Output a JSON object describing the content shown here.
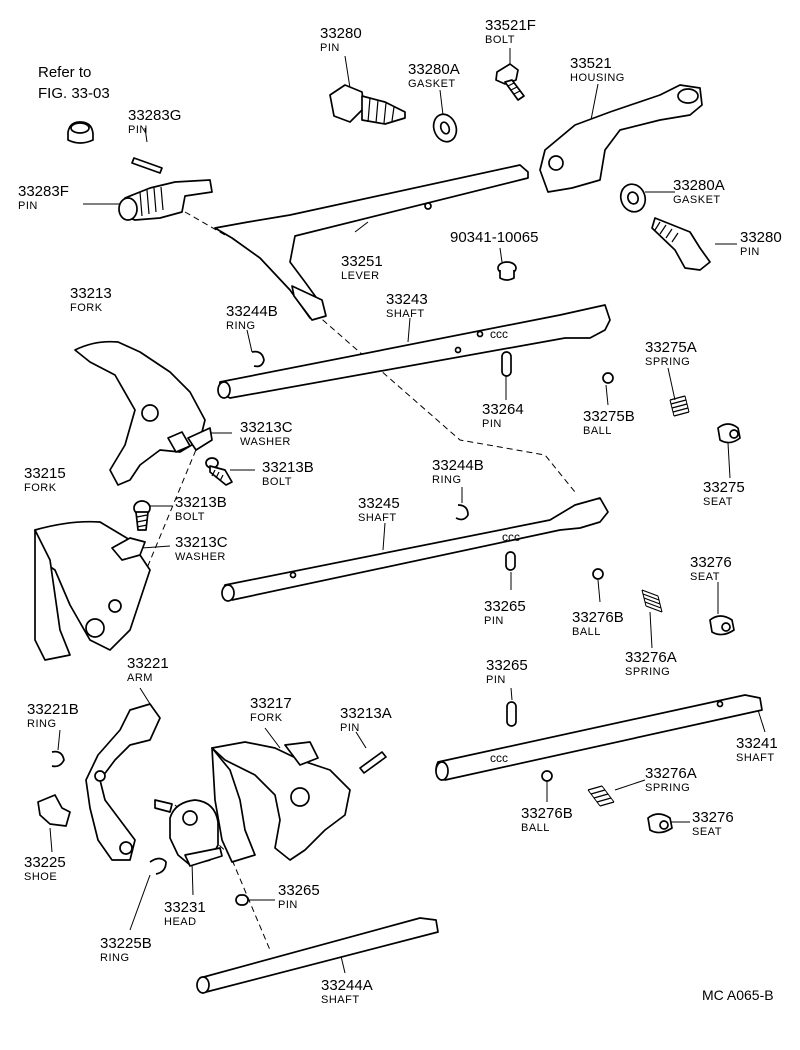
{
  "reference": {
    "line1": "Refer to",
    "line2": "FIG. 33-03"
  },
  "footer": {
    "code": "MC  A065-B"
  },
  "labels": [
    {
      "id": "p33280_top",
      "number": "33280",
      "name": "PIN"
    },
    {
      "id": "p33521F",
      "number": "33521F",
      "name": "BOLT"
    },
    {
      "id": "p33280A_top",
      "number": "33280A",
      "name": "GASKET"
    },
    {
      "id": "p33521",
      "number": "33521",
      "name": "HOUSING"
    },
    {
      "id": "p33283G",
      "number": "33283G",
      "name": "PIN"
    },
    {
      "id": "p33283F",
      "number": "33283F",
      "name": "PIN"
    },
    {
      "id": "p33280A_right",
      "number": "33280A",
      "name": "GASKET"
    },
    {
      "id": "p90341",
      "number": "90341-10065",
      "name": ""
    },
    {
      "id": "p33280_right",
      "number": "33280",
      "name": "PIN"
    },
    {
      "id": "p33251",
      "number": "33251",
      "name": "LEVER"
    },
    {
      "id": "p33213",
      "number": "33213",
      "name": "FORK"
    },
    {
      "id": "p33244B_top",
      "number": "33244B",
      "name": "RING"
    },
    {
      "id": "p33243",
      "number": "33243",
      "name": "SHAFT"
    },
    {
      "id": "p33275A",
      "number": "33275A",
      "name": "SPRING"
    },
    {
      "id": "p33264",
      "number": "33264",
      "name": "PIN"
    },
    {
      "id": "p33275B",
      "number": "33275B",
      "name": "BALL"
    },
    {
      "id": "p33213C_top",
      "number": "33213C",
      "name": "WASHER"
    },
    {
      "id": "p33213B_top",
      "number": "33213B",
      "name": "BOLT"
    },
    {
      "id": "p33275",
      "number": "33275",
      "name": "SEAT"
    },
    {
      "id": "p33215",
      "number": "33215",
      "name": "FORK"
    },
    {
      "id": "p33244B_mid",
      "number": "33244B",
      "name": "RING"
    },
    {
      "id": "p33213B_mid",
      "number": "33213B",
      "name": "BOLT"
    },
    {
      "id": "p33245",
      "number": "33245",
      "name": "SHAFT"
    },
    {
      "id": "p33213C_mid",
      "number": "33213C",
      "name": "WASHER"
    },
    {
      "id": "p33276_top",
      "number": "33276",
      "name": "SEAT"
    },
    {
      "id": "p33265_mid",
      "number": "33265",
      "name": "PIN"
    },
    {
      "id": "p33276B_top",
      "number": "33276B",
      "name": "BALL"
    },
    {
      "id": "p33276A_top",
      "number": "33276A",
      "name": "SPRING"
    },
    {
      "id": "p33221",
      "number": "33221",
      "name": "ARM"
    },
    {
      "id": "p33265_low",
      "number": "33265",
      "name": "PIN"
    },
    {
      "id": "p33221B",
      "number": "33221B",
      "name": "RING"
    },
    {
      "id": "p33217",
      "number": "33217",
      "name": "FORK"
    },
    {
      "id": "p33213A",
      "number": "33213A",
      "name": "PIN"
    },
    {
      "id": "p33241",
      "number": "33241",
      "name": "SHAFT"
    },
    {
      "id": "p33276A_low",
      "number": "33276A",
      "name": "SPRING"
    },
    {
      "id": "p33276B_low",
      "number": "33276B",
      "name": "BALL"
    },
    {
      "id": "p33276_low",
      "number": "33276",
      "name": "SEAT"
    },
    {
      "id": "p33225",
      "number": "33225",
      "name": "SHOE"
    },
    {
      "id": "p33265_bot",
      "number": "33265",
      "name": "PIN"
    },
    {
      "id": "p33231",
      "number": "33231",
      "name": "HEAD"
    },
    {
      "id": "p33225B",
      "number": "33225B",
      "name": "RING"
    },
    {
      "id": "p33244A",
      "number": "33244A",
      "name": "SHAFT"
    }
  ]
}
